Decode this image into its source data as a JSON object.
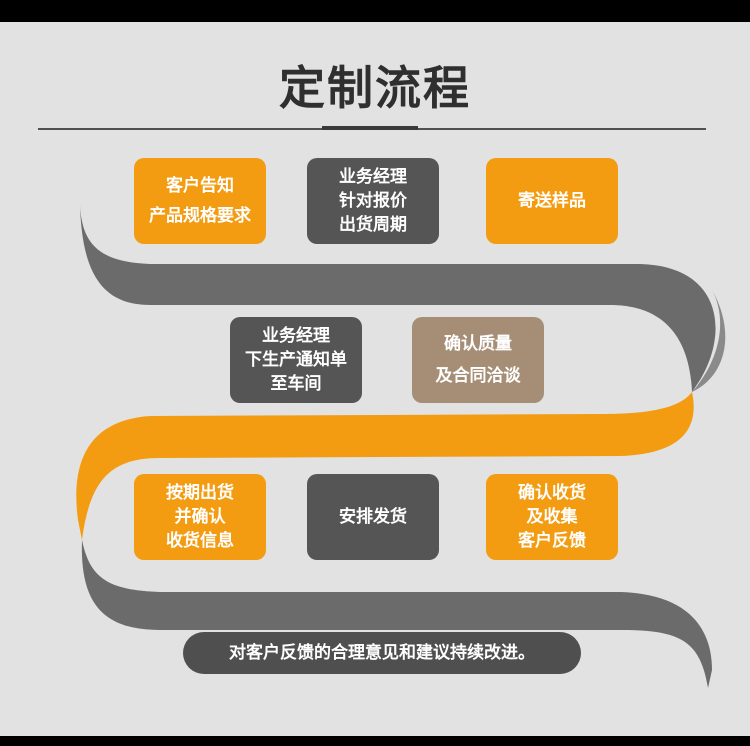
{
  "title": "定制流程",
  "steps": {
    "s1": [
      "客户告知",
      "产品规格要求"
    ],
    "s2": [
      "业务经理",
      "针对报价",
      "出货周期"
    ],
    "s3": [
      "寄送样品"
    ],
    "s4": [
      "业务经理",
      "下生产通知单",
      "至车间"
    ],
    "s5": [
      "确认质量",
      "及合同洽谈"
    ],
    "s6": [
      "按期出货",
      "并确认",
      "收货信息"
    ],
    "s7": [
      "安排发货"
    ],
    "s8": [
      "确认收货",
      "及收集",
      "客户反馈"
    ]
  },
  "footer": "对客户反馈的合理意见和建议持续改进。",
  "colors": {
    "orange": "#f39c12",
    "dark_gray": "#555555",
    "brown": "#a68e76",
    "ribbon_gray": "#6b6b6b",
    "ribbon_orange": "#f39c12"
  }
}
